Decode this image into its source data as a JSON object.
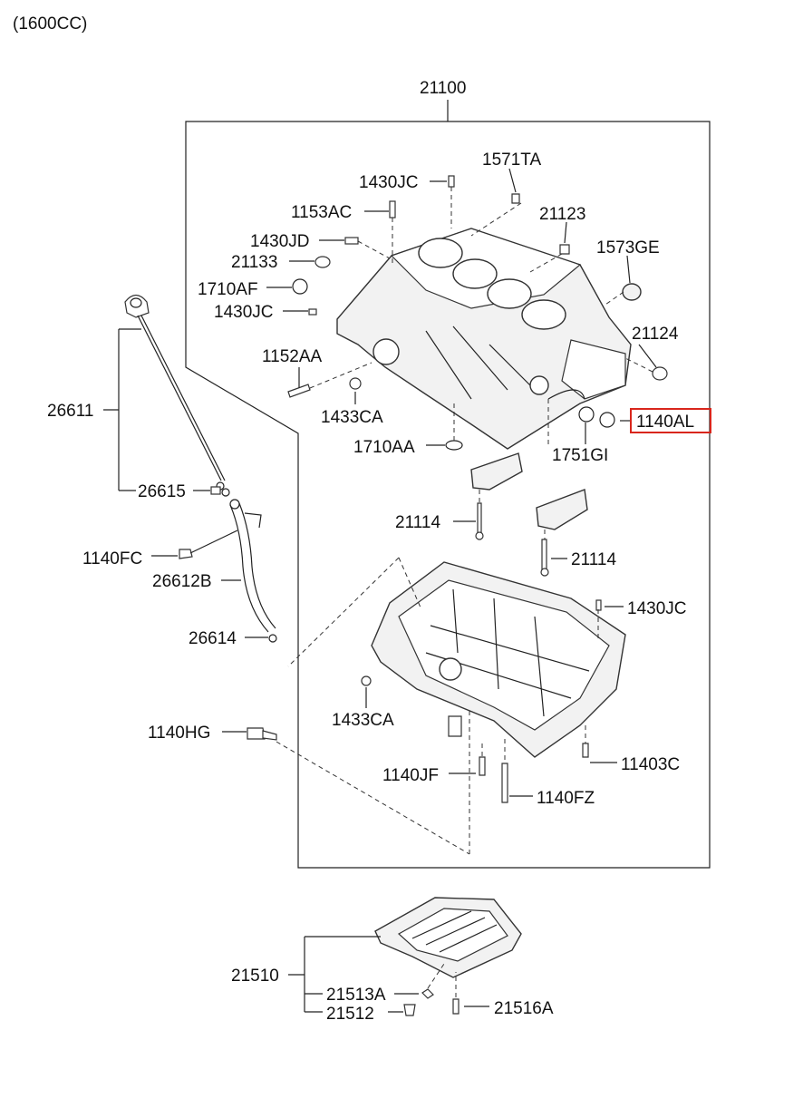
{
  "header": {
    "engine": "(1600CC)"
  },
  "labels": {
    "l21100": "21100",
    "l1571TA": "1571TA",
    "l1430JC_a": "1430JC",
    "l1153AC": "1153AC",
    "l21123": "21123",
    "l1430JD": "1430JD",
    "l1573GE": "1573GE",
    "l21133": "21133",
    "l1710AF": "1710AF",
    "l1430JC_b": "1430JC",
    "l21124": "21124",
    "l1152AA": "1152AA",
    "l1433CA_a": "1433CA",
    "l1140AL": "1140AL",
    "l1710AA": "1710AA",
    "l1751GI": "1751GI",
    "l26611": "26611",
    "l26615": "26615",
    "l21114_a": "21114",
    "l21114_b": "21114",
    "l1140FC": "1140FC",
    "l26612B": "26612B",
    "l1430JC_c": "1430JC",
    "l26614": "26614",
    "l1433CA_b": "1433CA",
    "l1140HG": "1140HG",
    "l11403C": "11403C",
    "l1140JF": "1140JF",
    "l1140FZ": "1140FZ",
    "l21510": "21510",
    "l21513A": "21513A",
    "l21516A": "21516A",
    "l21512": "21512"
  },
  "highlight": {
    "part": "1140AL",
    "color": "#d9261c"
  }
}
